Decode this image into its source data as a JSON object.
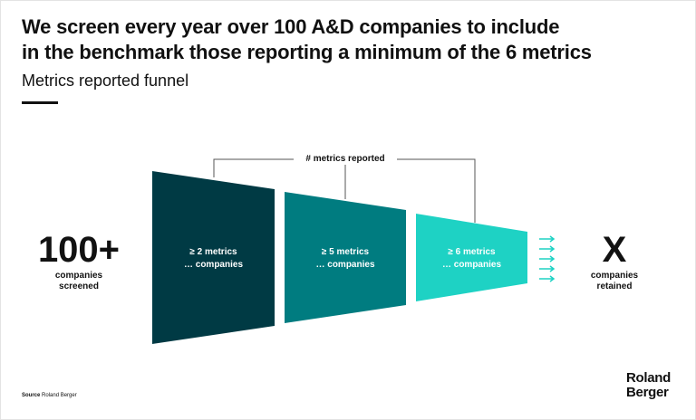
{
  "header": {
    "title_line1": "We screen every year over 100 A&D companies to include",
    "title_line2": "in the benchmark those reporting a minimum of the 6 metrics",
    "subtitle": "Metrics reported funnel"
  },
  "diagram": {
    "bracket_label": "# metrics reported",
    "left": {
      "value": "100+",
      "caption_line1": "companies",
      "caption_line2": "screened"
    },
    "right": {
      "value": "X",
      "caption_line1": "companies",
      "caption_line2": "retained"
    },
    "stages": [
      {
        "line1": "≥ 2 metrics",
        "line2": "… companies",
        "color": "#003a44"
      },
      {
        "line1": "≥ 5 metrics",
        "line2": "… companies",
        "color": "#007c80"
      },
      {
        "line1": "≥ 6 metrics",
        "line2": "… companies",
        "color": "#1ed2c4"
      }
    ],
    "arrow_color": "#1ed2c4"
  },
  "footer": {
    "source_label": "Source",
    "source_text": "Roland Berger",
    "logo_line1": "Roland",
    "logo_line2": "Berger"
  }
}
